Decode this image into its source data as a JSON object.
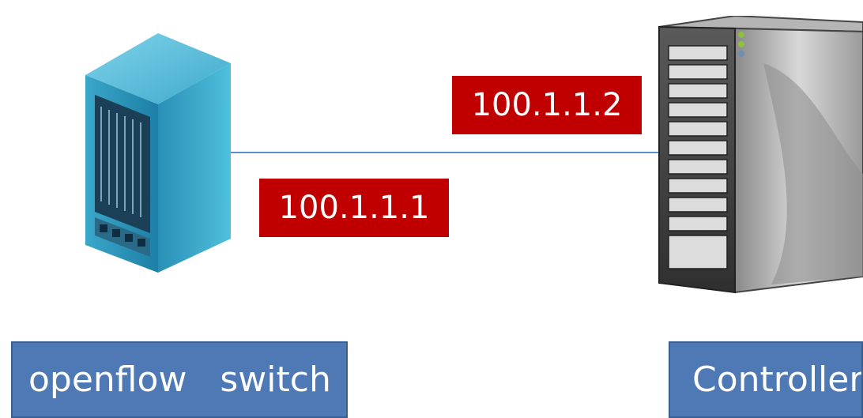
{
  "devices": {
    "switch": {
      "label": "openflow   switch",
      "ip": "100.1.1.1",
      "icon": "network-switch-icon"
    },
    "controller": {
      "label": "Controller",
      "ip": "100.1.1.2",
      "icon": "server-tower-icon"
    }
  },
  "colors": {
    "ip_tag_bg": "#c00000",
    "label_bg": "#4f79b4",
    "link_line": "#5b8fc9"
  }
}
